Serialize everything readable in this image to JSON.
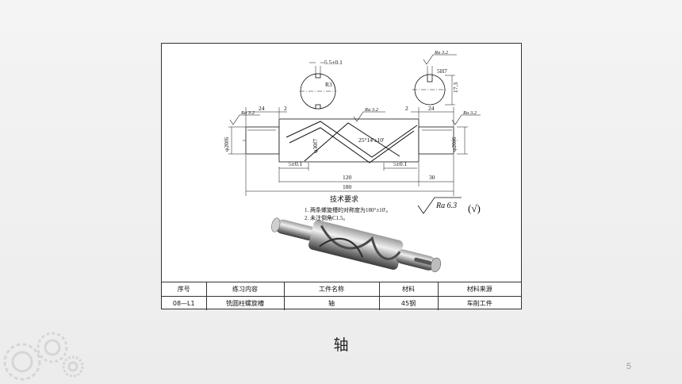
{
  "slide": {
    "caption": "轴",
    "page_number": "5"
  },
  "drawing": {
    "dims": {
      "slot_width": "5.5±0.1",
      "section_radius": "R3",
      "key_width": "5H7",
      "key_depth": "17.3",
      "left_step": "24",
      "left_gap": "2",
      "right_gap": "2",
      "right_step": "24",
      "left_dia": "φ20f6",
      "mid_dia": "φ30f7",
      "right_dia": "φ20f6",
      "helix_angle": "25°14'±10'",
      "left_offset": "5±0.1",
      "right_offset": "5±0.1",
      "mid_length": "120",
      "right_length": "30",
      "total_length": "180"
    },
    "roughness": {
      "top_right": "Ra 3.2",
      "left": "Ra 3.2",
      "slot": "Ra 3.2",
      "right": "Ra 3.2",
      "general": "Ra 6.3",
      "general_suffix": "(√)"
    },
    "requirements": {
      "title": "技术要求",
      "items": [
        "1. 两条螺旋槽的对称度为180°±10'。",
        "2. 未注倒角C1.5。"
      ]
    }
  },
  "table": {
    "headers": [
      "序号",
      "练习内容",
      "工件名称",
      "材料",
      "材料来源"
    ],
    "row": [
      "08—L1",
      "铣圆柱螺旋槽",
      "轴",
      "45钢",
      "车削工件"
    ]
  },
  "colors": {
    "line": "#111111",
    "background": "#f2f2f2",
    "gear": "#d9d9d9"
  }
}
